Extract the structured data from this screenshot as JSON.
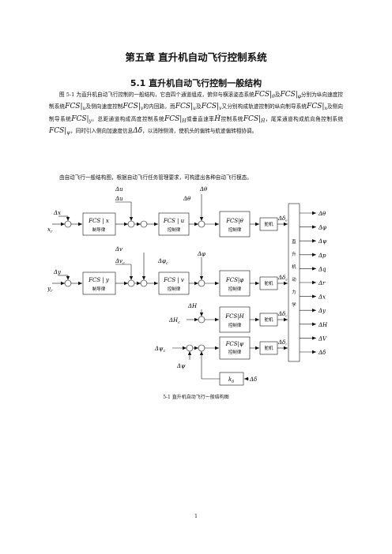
{
  "chapter_title": "第五章 直升机自动飞行控制系统",
  "section_title": "5.1 直升机自动飞行控制一般结构",
  "para1": {
    "t1": "图 5-1 为直升机自动飞行控制的一般结构，它由四个通道组成，俯仰与横滚姿态系统",
    "s1": "FCS|",
    "s1sub": "θ",
    "t2": "及",
    "s2": "FCS|",
    "s2sub": "φ",
    "t3": "分别为纵向速度控制系统",
    "s3": "FCS|",
    "s3sub": "u",
    "t4": "及侧向速度控制",
    "s4": "FCS|",
    "s4sub": "v",
    "t5": "的内回路，而",
    "s5": "FCS|",
    "s5sub": "u",
    "t6": "及",
    "s6": "FCS|",
    "s6sub": "v",
    "t7": "又分别构成轨迹控制的纵向制导系统",
    "s7": "FCS|",
    "s7sub": "x",
    "t8": "及侧向制导系统",
    "s8": "FCS|",
    "s8sub": "y",
    "t9": "。总距通道构成高度控制系统",
    "s9": "FCS|",
    "s9sub": "H",
    "t10": "或垂直速率",
    "s10": "Ḣ",
    "t11": "控制系统",
    "s11": "FCS|",
    "s11sub": "Ḣ",
    "t12": "，尾桨通道构成航向角控制系统",
    "s12": "FCS|",
    "s12sub": "ψ",
    "t13": "，同时引入侧向加速度信息",
    "s13": "Δδ̇",
    "t14": "，以消除侧滑，使机头的偏转与航迹偏转相协调。"
  },
  "para2": "由自动飞行一般结构图，根据自动飞行任务管理要求，可构建出各种自动飞行模态。",
  "diagram": {
    "guidance_x_label": "FCS | x",
    "guidance_y_label": "FCS | y",
    "guidance_cn": "制导律",
    "control_u_label": "FCS | u",
    "control_v_label": "FCS | v",
    "control_cn": "控制律",
    "inner_theta_label": "FCS|θ",
    "inner_phi_label": "FCS|φ",
    "inner_H_label": "FCS|H",
    "inner_psi_label": "FCS|ψ",
    "actuator_label": "舵机",
    "dynamics_chars": [
      "直",
      "升",
      "机",
      "动",
      "力",
      "学"
    ],
    "sig_xc": "Δx",
    "sig_xr": "x",
    "sig_xr_sub": "r",
    "sig_uc": "Δu",
    "sig_uc2": "Δu",
    "sig_uc2_sub": "c",
    "sig_thetac": "Δθ",
    "sig_thetac2": "Δθ",
    "sig_thetac2_sub": "c",
    "sig_yc": "Δy",
    "sig_yr": "y",
    "sig_yr_sub": "r",
    "sig_vc": "Δv",
    "sig_vc2": "Δv",
    "sig_vc2_sub": "c",
    "sig_phic": "Δφ",
    "sig_phic2": "Δφ",
    "sig_phic2_sub": "c",
    "sig_H": "ΔH",
    "sig_Hc": "ΔH",
    "sig_Hc_sub": "c",
    "sig_psic": "Δψ",
    "sig_psic_sub": "c",
    "sig_psi": "Δψ",
    "sig_delta": "Δδ",
    "sig_delta_sub_e": "e",
    "sig_delta_sub_a": "a",
    "sig_delta_sub_c": "c",
    "sig_delta_sub_r": "r",
    "kbox_label": "k",
    "kbox_sub": "δ",
    "feedback_accel": "Δδ̇",
    "outputs": [
      "Δθ",
      "Δφ",
      "Δψ",
      "Δp",
      "Δq",
      "Δr",
      "Δx",
      "Δy",
      "ΔH",
      "ΔV",
      "Δδ̇"
    ]
  },
  "caption": "5-1  直升机自动飞行一般结构图",
  "page_number": "1"
}
